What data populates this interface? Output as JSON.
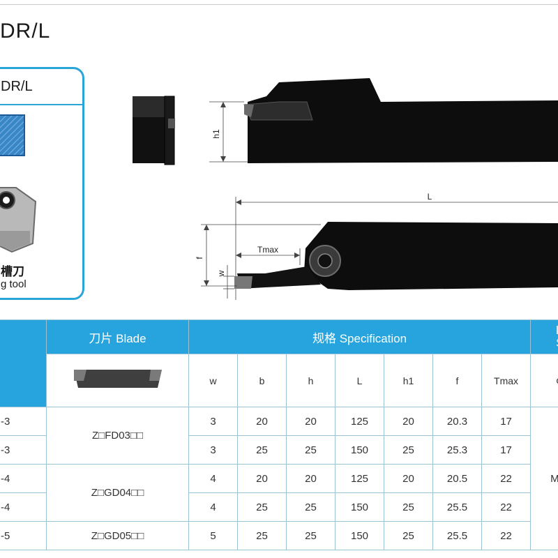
{
  "page_title": "DR/L",
  "card": {
    "title": "DR/L",
    "caption_cn": "槽刀",
    "caption_en": "g tool"
  },
  "drawing": {
    "dim_h1": "h1",
    "dim_L": "L",
    "dim_f": "f",
    "dim_tmax": "Tmax",
    "dim_w": "w"
  },
  "table": {
    "blade_header": "刀片 Blade",
    "spec_header": "规格 Specification",
    "right_header_1": "l",
    "right_header_2": "S",
    "columns": [
      "w",
      "b",
      "h",
      "L",
      "h1",
      "f",
      "Tmax"
    ],
    "right_col_subheader": "¢",
    "right_merged_value": "M",
    "rows": [
      {
        "model": "-3",
        "blade": "Z□FD03□□",
        "w": "3",
        "b": "20",
        "h": "20",
        "L": "125",
        "h1": "20",
        "f": "20.3",
        "Tmax": "17"
      },
      {
        "model": "-3",
        "blade": "",
        "w": "3",
        "b": "25",
        "h": "25",
        "L": "150",
        "h1": "25",
        "f": "25.3",
        "Tmax": "17"
      },
      {
        "model": "-4",
        "blade": "Z□GD04□□",
        "w": "4",
        "b": "20",
        "h": "20",
        "L": "125",
        "h1": "20",
        "f": "20.5",
        "Tmax": "22"
      },
      {
        "model": "-4",
        "blade": "",
        "w": "4",
        "b": "25",
        "h": "25",
        "L": "150",
        "h1": "25",
        "f": "25.5",
        "Tmax": "22"
      },
      {
        "model": "-5",
        "blade": "Z□GD05□□",
        "w": "5",
        "b": "25",
        "h": "25",
        "L": "150",
        "h1": "25",
        "f": "25.5",
        "Tmax": "22"
      }
    ]
  },
  "colors": {
    "accent_blue": "#27a4de",
    "tool_black": "#0d0d0d"
  }
}
